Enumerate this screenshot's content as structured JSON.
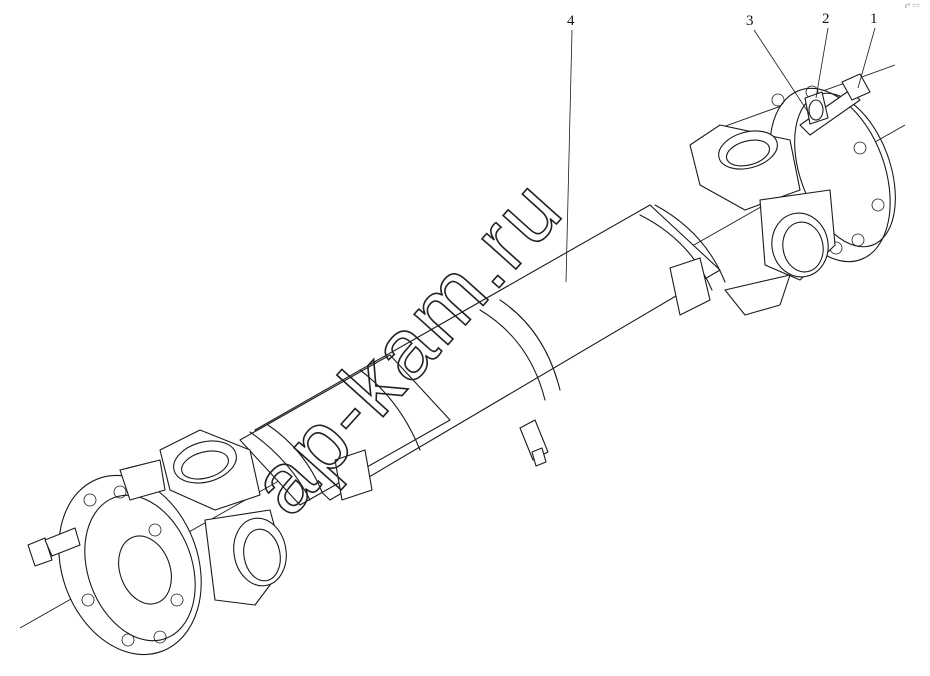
{
  "diagram": {
    "callouts": [
      {
        "id": "callout-1",
        "text": "1"
      },
      {
        "id": "callout-2",
        "text": "2"
      },
      {
        "id": "callout-3",
        "text": "3"
      },
      {
        "id": "callout-4",
        "text": "4"
      }
    ],
    "watermark": "ap-kam.ru",
    "corner_mark": "r° ==",
    "colors": {
      "line": "#1a1a1a",
      "background": "#ffffff",
      "watermark": "#222222"
    }
  }
}
